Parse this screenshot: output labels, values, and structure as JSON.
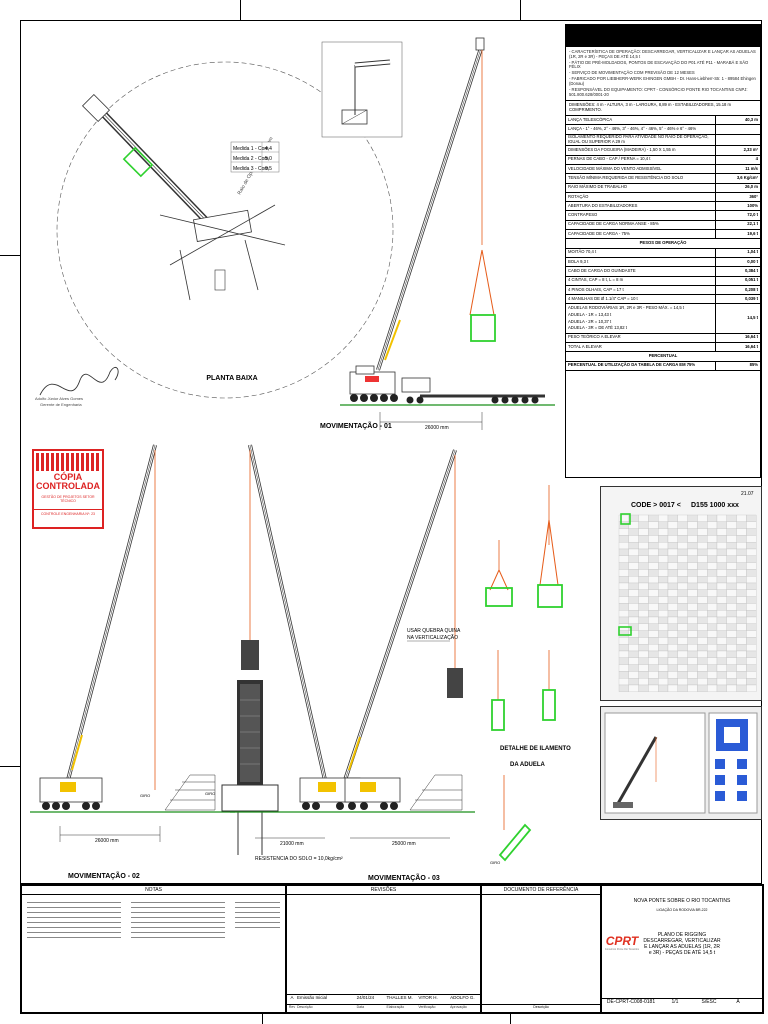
{
  "labels": {
    "planta_baixa": "PLANTA BAIXA",
    "mov1": "MOVIMENTAÇÃO - 01",
    "mov2": "MOVIMENTAÇÃO - 02",
    "mov3": "MOVIMENTAÇÃO - 03",
    "soil": "RESISTENCIA DO SOLO = 10,0kg/cm²",
    "usar_quebra": "USAR QUEBRA QUINA",
    "na_vert": "NA VERTICALIZAÇÃO",
    "detalhe": "DETALHE DE ILAMENTO",
    "das_aduelas": "DA ADUELA",
    "dim_26000_a": "26000 mm",
    "dim_26000_b": "26000 mm",
    "dim_21000": "21000 mm",
    "dim_25000": "25000 mm",
    "giro_a": "GIRO",
    "giro_b": "GIRO",
    "giro_c": "GIRO",
    "medida1": "Medida 1 - Com",
    "medida2": "Medida 2 - Com",
    "medida3": "Medida 3 - Com",
    "medida1_v": "4,4",
    "medida2_v": "5,0",
    "medida3_v": "0,5"
  },
  "stamp": {
    "title": "CÓPIA CONTROLADA",
    "sub": "GESTÃO DE PROJETOS SETOR TÉCNICO",
    "ctrl": "CONTROLE ENGENHARIA",
    "num": "Nº:",
    "num_v": "23"
  },
  "spec": {
    "info": [
      "- CARACTERÍSTICA DE OPERAÇÃO: DESCARREGAR, VERTICALIZAR E LANÇAR AS ADUELAS (1R, 2R e 3R) - PEÇAS DE ATÉ 14,5 t",
      "- PÁTIO DE PRÉ-MOLDADOS, PONTOS DE ESCAVAÇÃO DO P01 ATÉ P11 - MARABÁ E SÃO FÉLIX",
      "- SERVIÇO DE MOVIMENTAÇÃO COM PREVISÃO DE 12 MESES",
      "- FABRICADO POR LIEBHERR-WERK EHINGEN GMBH - Dr. Hans-Liebherr-Str. 1 - 89584 Ehingen (Donau)",
      "- RESPONSÁVEL DO EQUIPAMENTO: CPRT - CONSÓRCIO PONTE RIO TOCANTINS CNPJ: 501.800.628/0001-20"
    ],
    "dims": "DIMENSÕES: 4 m - ALTURA, 3 m - LARGURA, 8,89 m - ESTABILIZADORES, 15.18 m COMPRIMENTO.",
    "rows": [
      {
        "k": "LANÇA TELESCÓPICA",
        "v": "40,3 m"
      },
      {
        "k": "LANÇA - 1° - 46%, 2° - 46%, 3° - 46%, 4° - 46%, 5° - 46% e 6° - 46%",
        "v": ""
      },
      {
        "k": "ISOLAMENTO REQUERIDO PARA ATIVIDADE NO RAIO DE OPERAÇÃO, IGUAL OU SUPERIOR A 29 m",
        "v": ""
      },
      {
        "k": "DIMENSÕES DA FOGUEIRA (MADEIRA) - 1,50 X 1,55 m",
        "v": "2,33 m²"
      },
      {
        "k": "PERNAS DE CABO - CAP / PERNA = 10,4 t",
        "v": "4"
      },
      {
        "k": "VELOCIDADE MÁXIMA DO VENTO ADMISSÍVEL",
        "v": "11 m/s"
      },
      {
        "k": "TENSÃO MÍNIMA REQUERIDA DE RESISTÊNCIA DO SOLO",
        "v": "3,6 Kg/cm²"
      },
      {
        "k": "RAIO MÁXIMO DE TRABALHO",
        "v": "26,0 m"
      },
      {
        "k": "ROTAÇÃO",
        "v": "360°"
      },
      {
        "k": "ABERTURA DO ESTABILIZADORES",
        "v": "100%"
      },
      {
        "k": "CONTRAPESO",
        "v": "72,0 t"
      },
      {
        "k": "CAPACIDADE DE CARGA NORMA ANSE - 85%",
        "v": "22,1 t"
      },
      {
        "k": "CAPACIDADE DE CARGA - 75%",
        "v": "19,6 t"
      }
    ],
    "pesos_title": "PESOS DE OPERAÇÃO",
    "pesos": [
      {
        "k": "MOITÃO 70,4 t",
        "v": "1,04 t"
      },
      {
        "k": "BOLA 9,3 t",
        "v": "0,00 t"
      },
      {
        "k": "CABO DE CARGA DO GUINDASTE",
        "v": "0,384 t"
      },
      {
        "k": "4 CINTAS, CAP = 8 t, L = 8 m",
        "v": "0,051 t"
      },
      {
        "k": "4 PINOS OLHAIS, CAP = 17 t",
        "v": "0,208 t"
      },
      {
        "k": "4 MANILHAS DE Ø 1.1/4\" CAP = 10 t",
        "v": "0,039 t"
      }
    ],
    "aduelas": [
      "ADUELAS RODOVIÁRIAS 1R, 2R e 3R - PESO MÁX. = 14,5 t",
      "ADUELA - 1R = 13,43 t",
      "ADUELA - 2R = 10,37 t",
      "ADUELA - 3R = DE ATÉ 13,82 t"
    ],
    "aduelas_v": "14,5 t",
    "totais": [
      {
        "k": "PESO TEÓRICO A ELEVAR",
        "v": "16,64 t"
      },
      {
        "k": "TOTAL A ELEVAR",
        "v": "16,64 t"
      }
    ],
    "percentual_title": "PERCENTUAL",
    "percentual": {
      "k": "PERCENTUAL DE UTILIZAÇÃO DA TABELA DE CARGA EM 75%",
      "v": "85%"
    }
  },
  "loadchart": {
    "code": "CODE > 0017 <",
    "model": "D155 1000 xxx",
    "corner": "21.07"
  },
  "titleblock": {
    "notas": "NOTAS",
    "revisoes": "REVISÕES",
    "doc_ref": "DOCUMENTO DE REFERÊNCIA",
    "rev_row": {
      "a": "A",
      "desc": "Emissão Inicial",
      "date": "24/01/24",
      "by": "THALLES M.",
      "check": "VITOR H.",
      "appr": "ADOLFO G."
    },
    "rev_hdr": {
      "a": "Rev",
      "desc": "Descrição",
      "date": "Data",
      "by": "Elaboração",
      "check": "Verificação",
      "appr": "Aprovação",
      "obs": "Descrição"
    },
    "project": "NOVA PONTE SOBRE O RIO TOCANTINS",
    "project_sub": "LIGAÇÃO DA RODOVIA BR-222",
    "logo": "CPRT",
    "logo_sub": "Consórcio Ponte Rio Tocantins",
    "plan_title": "PLANO DE RIGGING DESCARREGAR, VERTICALIZAR E LANÇAR AS ADUELAS (1R, 2R e 3R) - PEÇAS DE ATÉ 14,5 t",
    "doc_no": "DE-CPRT-C008-0181",
    "sheet": "1/1",
    "scale": "S/ESC",
    "rev": "A"
  },
  "colors": {
    "accent": "#2fd12f",
    "crane": "#f2c200",
    "ground": "#1a8f1a",
    "stamp": "#d22222",
    "load": "#e65c1a"
  }
}
